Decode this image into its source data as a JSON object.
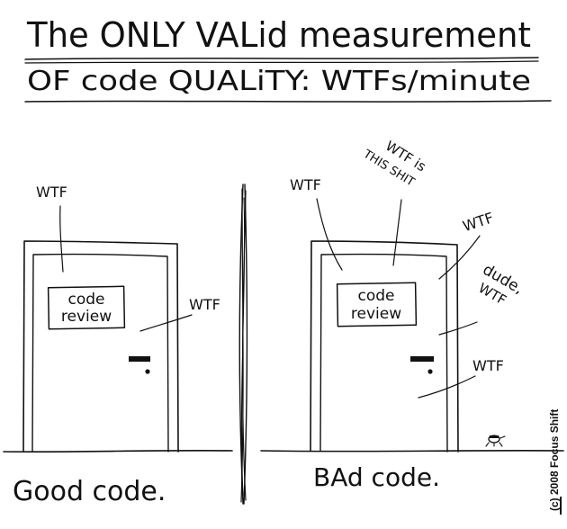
{
  "title": {
    "line1": "The ONLY VALid measurement",
    "line2": "OF code QUALiTY: WTFs/minute"
  },
  "left_panel": {
    "door_sign": [
      "code",
      "review"
    ],
    "wtf_labels": [
      "WTF",
      "WTF"
    ],
    "caption": "Good code."
  },
  "right_panel": {
    "door_sign": [
      "code",
      "review"
    ],
    "wtf_top_left": "WTF",
    "wtf_is_this_shit": [
      "WTF is",
      "THIS SHIT"
    ],
    "wtf_right": "WTF",
    "dude_wtf": [
      "dude,",
      "WTF"
    ],
    "wtf_bottom": "WTF",
    "caption": "BAd code."
  },
  "copyright": "(c) 2008 Focus Shift",
  "colors": {
    "ink": "#111111",
    "paper": "#ffffff"
  }
}
